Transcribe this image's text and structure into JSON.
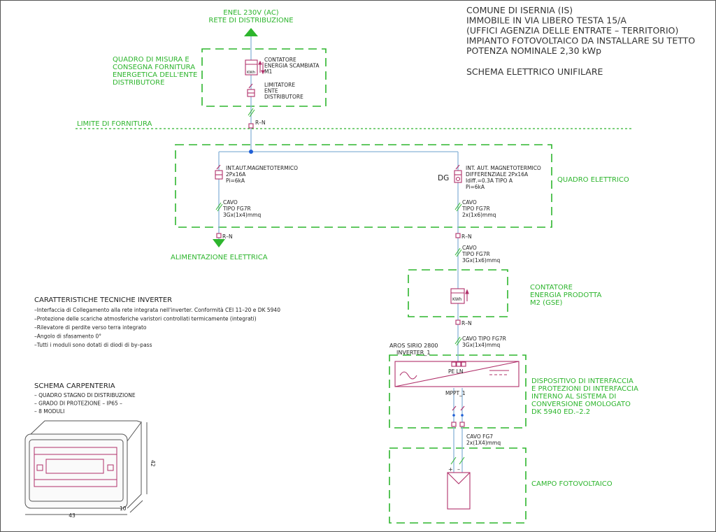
{
  "colors": {
    "green": "#2db52d",
    "wire": "#8ab4d8",
    "symbol": "#b0306a",
    "text": "#222222",
    "node": "#1f5fd6"
  },
  "title": {
    "lines": [
      "COMUNE DI ISERNIA (IS)",
      "IMMOBILE IN VIA LIBERO TESTA 15/A",
      "(UFFICI AGENZIA DELLE ENTRATE – TERRITORIO)",
      "IMPIANTO FOTOVOLTAICO DA INSTALLARE SU TETTO",
      "POTENZA NOMINALE 2,30 kWp"
    ],
    "subtitle": "SCHEMA ELETTRICO UNIFILARE"
  },
  "grid": {
    "line1": "ENEL 230V (AC)",
    "line2": "RETE DI DISTRIBUZIONE"
  },
  "quadro_misura": {
    "label": [
      "QUADRO DI MISURA E",
      "CONSEGNA FORNITURA",
      "ENERGETICA DELL'ENTE",
      "DISTRIBUTORE"
    ],
    "meter": [
      "CONTATORE",
      "ENERGIA SCAMBIATA",
      "M1"
    ],
    "limiter": [
      "LIMITATORE",
      "ENTE",
      "DISTRIBUTORE"
    ]
  },
  "limite": "LIMITE DI FORNITURA",
  "rn": "R–N",
  "quadro_elettrico": {
    "label": "QUADRO ELETTRICO",
    "left_breaker": [
      "INT.AUT.MAGNETOTERMICO",
      "2Px16A",
      "Pi=6kA"
    ],
    "left_cable": [
      "CAVO",
      "TIPO FG7R",
      "3Gx(1x4)mmq"
    ],
    "dg": "DG",
    "right_breaker": [
      "INT. AUT. MAGNETOTERMICO",
      "DIFFERENZIALE 2Px16A",
      "Idiff.=0.3A TIPO A",
      "Pi=6kA"
    ],
    "right_cable": [
      "CAVO",
      "TIPO FG7R",
      "2x(1x6)mmq"
    ]
  },
  "alimentazione": "ALIMENTAZIONE ELETTRICA",
  "cable_m2": [
    "CAVO",
    "TIPO FG7R",
    "3Gx(1x6)mmq"
  ],
  "contatore_m2": [
    "CONTATORE",
    "ENERGIA PRODOTTA",
    "M2 (GSE)"
  ],
  "kwh": "KWh",
  "cable_inv": [
    "CAVO TIPO FG7R",
    "3Gx(1x4)mmq"
  ],
  "inverter": {
    "model": "AROS SIRIO 2800",
    "name": "INVERTER_1",
    "terminals": "PE  LN",
    "mppt": "MPPT_1"
  },
  "interfaccia": [
    "DISPOSITIVO DI INTERFACCIA",
    "E PROTEZIONI DI INTERFACCIA",
    "INTERNO AL SISTEMA DI",
    "CONVERSIONE OMOLOGATO",
    "DK 5940 ED.–2.2"
  ],
  "cable_pv": [
    "CAVO FG7",
    "2x(1X4)mmq"
  ],
  "campo": "CAMPO FOTOVOLTAICO",
  "pv_pol": {
    "plus": "+",
    "minus": "–"
  },
  "caratteristiche": {
    "title": "CARATTERISTICHE TECNICHE INVERTER",
    "items": [
      "–Interfaccia di Collegamento alla rete integrata nell'inverter. Conformità CEI 11–20 e DK 5940",
      "–Protezione delle scariche atmosferiche varistori controllati termicamente (integrati)",
      "–Rilevatore di perdite verso terra integrato",
      "–Angolo di sfasamento 0°",
      "–Tutti i moduli sono dotati di diodi di by–pass"
    ]
  },
  "carpenteria": {
    "title": "SCHEMA CARPENTERIA",
    "items": [
      "– QUADRO STAGNO DI DISTRIBUZIONE",
      "– GRADO DI PROTEZIONE – IP65 –",
      "– 8 MODULI"
    ],
    "dim_width": "43",
    "dim_depth": "10",
    "dim_height": "42"
  }
}
